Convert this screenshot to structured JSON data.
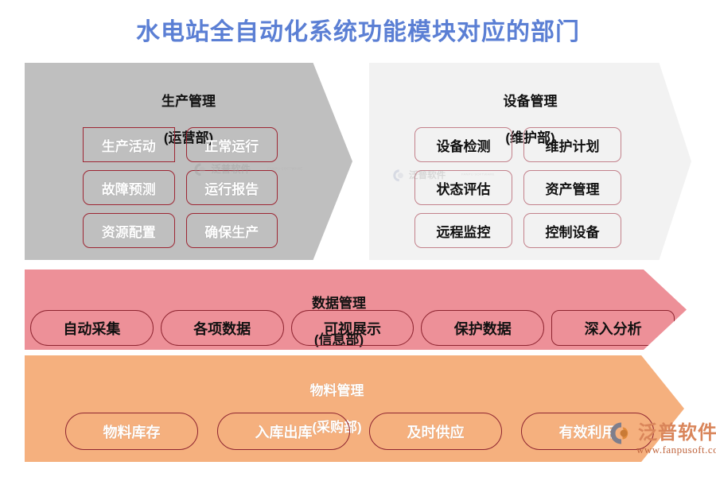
{
  "page": {
    "title": "水电站全自动化系统功能模块对应的部门",
    "title_color": "#5b7fd4",
    "background": "#ffffff"
  },
  "panels": [
    {
      "id": "production",
      "name": "生产管理",
      "department": "(运营部)",
      "fill": "#bfbfbf",
      "title_color": "#111111",
      "shape": "chevron",
      "items": [
        "生产活动",
        "正常运行",
        "故障预测",
        "运行报告",
        "资源配置",
        "确保生产"
      ]
    },
    {
      "id": "equipment",
      "name": "设备管理",
      "department": "(维护部)",
      "fill": "#f2f2f2",
      "title_color": "#111111",
      "shape": "chevron",
      "items": [
        "设备检测",
        "维护计划",
        "状态评估",
        "资产管理",
        "远程监控",
        "控制设备"
      ]
    }
  ],
  "bands": [
    {
      "id": "data",
      "name": "数据管理",
      "department": "(信息部)",
      "fill": "#ed9098",
      "title_color": "#111111",
      "shape": "arrow",
      "items": [
        "自动采集",
        "各项数据",
        "可视展示",
        "保护数据",
        "深入分析"
      ]
    },
    {
      "id": "material",
      "name": "物料管理",
      "department": "(采购部)",
      "fill": "#f5b07e",
      "title_color": "#ffffff",
      "shape": "arrow",
      "items": [
        "物料库存",
        "入库出库",
        "及时供应",
        "有效利用"
      ]
    }
  ],
  "branding": {
    "logo_name": "泛普软件",
    "logo_url": "www.fanpusoft.com",
    "watermark_name": "泛普软件",
    "watermark_sub": "FANPU SOFTWARE"
  }
}
